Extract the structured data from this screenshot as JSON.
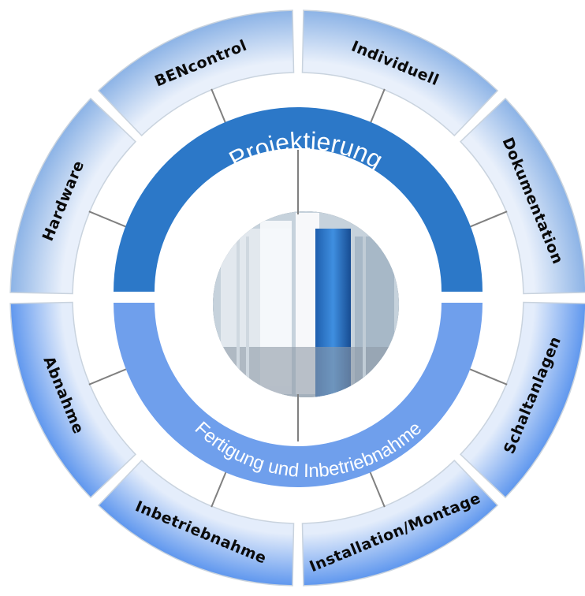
{
  "diagram": {
    "inner_top_label": "Projektierung",
    "inner_bottom_label": "Fertigung und Inbetriebnahme",
    "segments": [
      {
        "label": "BENcontrol"
      },
      {
        "label": "Individuell"
      },
      {
        "label": "Dokumentation"
      },
      {
        "label": "Schaltanlagen"
      },
      {
        "label": "Installation/Montage"
      },
      {
        "label": "Inbetriebnahme"
      },
      {
        "label": "Abnahme"
      },
      {
        "label": "Hardware"
      }
    ],
    "colors": {
      "top_ring": "#2c78c8",
      "bottom_ring": "#6f9fec",
      "segment_light": "#e6eefa",
      "segment_upper": "#9fc0ea",
      "segment_lower": "#6fa3f0"
    }
  }
}
